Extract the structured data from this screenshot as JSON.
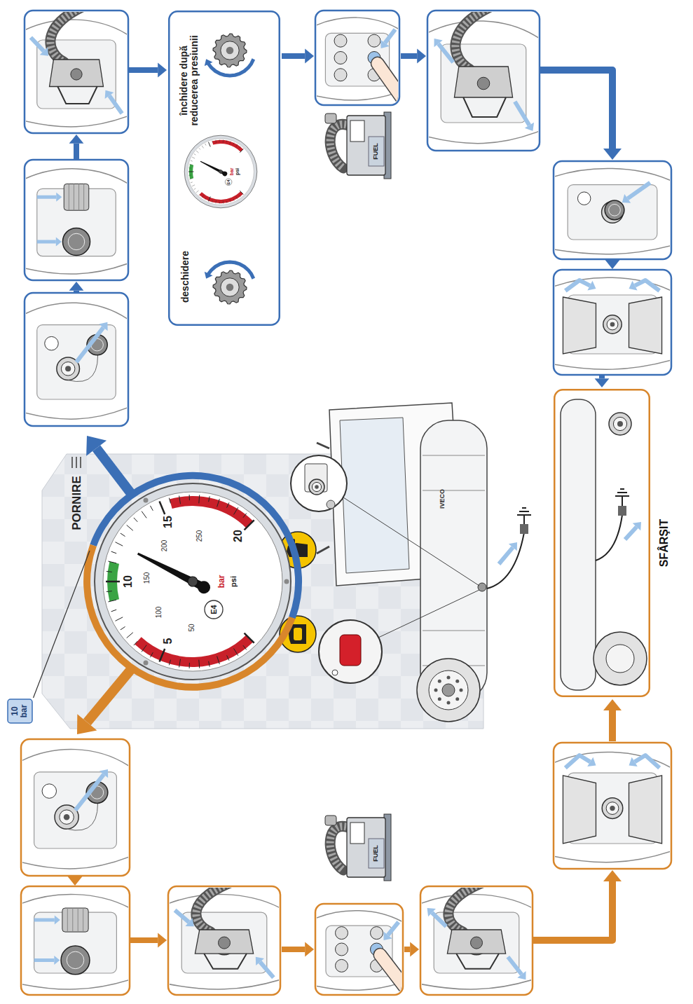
{
  "diagram": {
    "nodes": [
      {
        "text": [
          "PORNIRE"
        ]
      },
      {
        "text": [
          "10 bar"
        ]
      },
      {
        "text": [
          "închidere după reducerea presiunii",
          "deschidere"
        ]
      },
      {
        "text": [
          "SFÂRŞIT"
        ]
      }
    ],
    "labels": [
      "5",
      "10",
      "15",
      "20",
      "50",
      "100",
      "150",
      "200",
      "250",
      "bar",
      "psi",
      "E4",
      "bar",
      "psi",
      "E4",
      "FUEL",
      "FUEL",
      "IVECO"
    ]
  }
}
